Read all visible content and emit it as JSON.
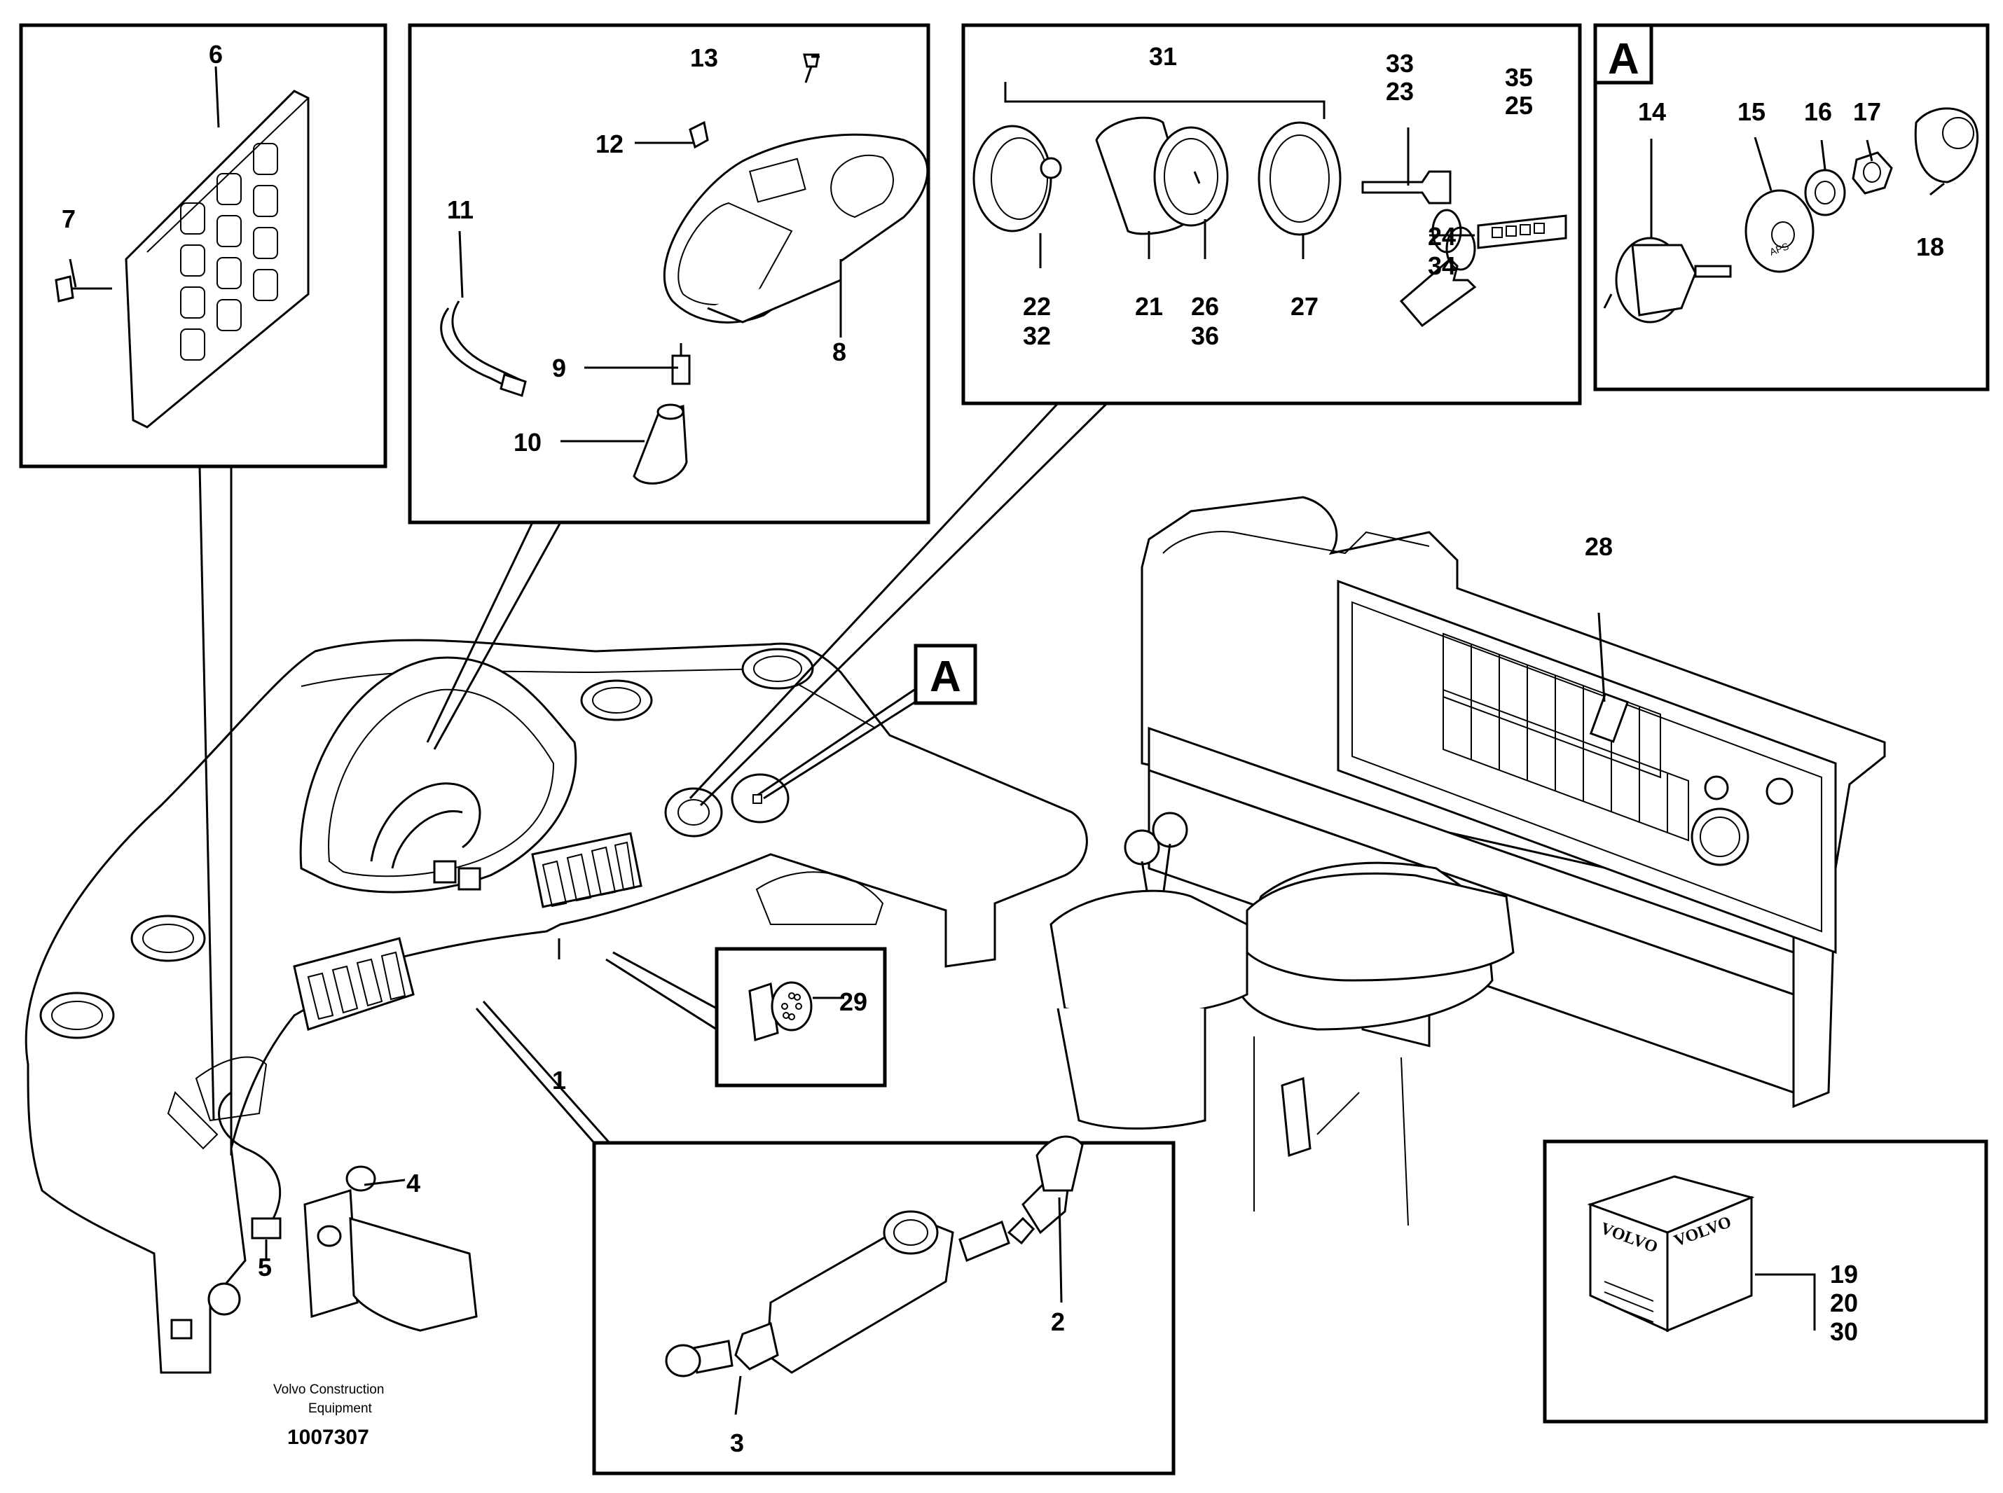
{
  "callouts": {
    "c1": "1",
    "c2": "2",
    "c3": "3",
    "c4": "4",
    "c5": "5",
    "c6": "6",
    "c7": "7",
    "c8": "8",
    "c9": "9",
    "c10": "10",
    "c11": "11",
    "c12": "12",
    "c13": "13",
    "c14": "14",
    "c15": "15",
    "c16": "16",
    "c17": "17",
    "c18": "18",
    "c19": "19",
    "c20": "20",
    "c21": "21",
    "c22": "22",
    "c23": "23",
    "c24": "24",
    "c25": "25",
    "c26": "26",
    "c27": "27",
    "c28": "28",
    "c29": "29",
    "c30": "30",
    "c31": "31",
    "c32": "32",
    "c33": "33",
    "c34": "34",
    "c35": "35",
    "c36": "36"
  },
  "detail_label": "A",
  "detail_box_label": "A",
  "kit_brand": "VOLVO",
  "switch_marking": "APS",
  "credit": {
    "line1": "Volvo Construction",
    "line2": "Equipment",
    "figure_number": "1007307"
  }
}
